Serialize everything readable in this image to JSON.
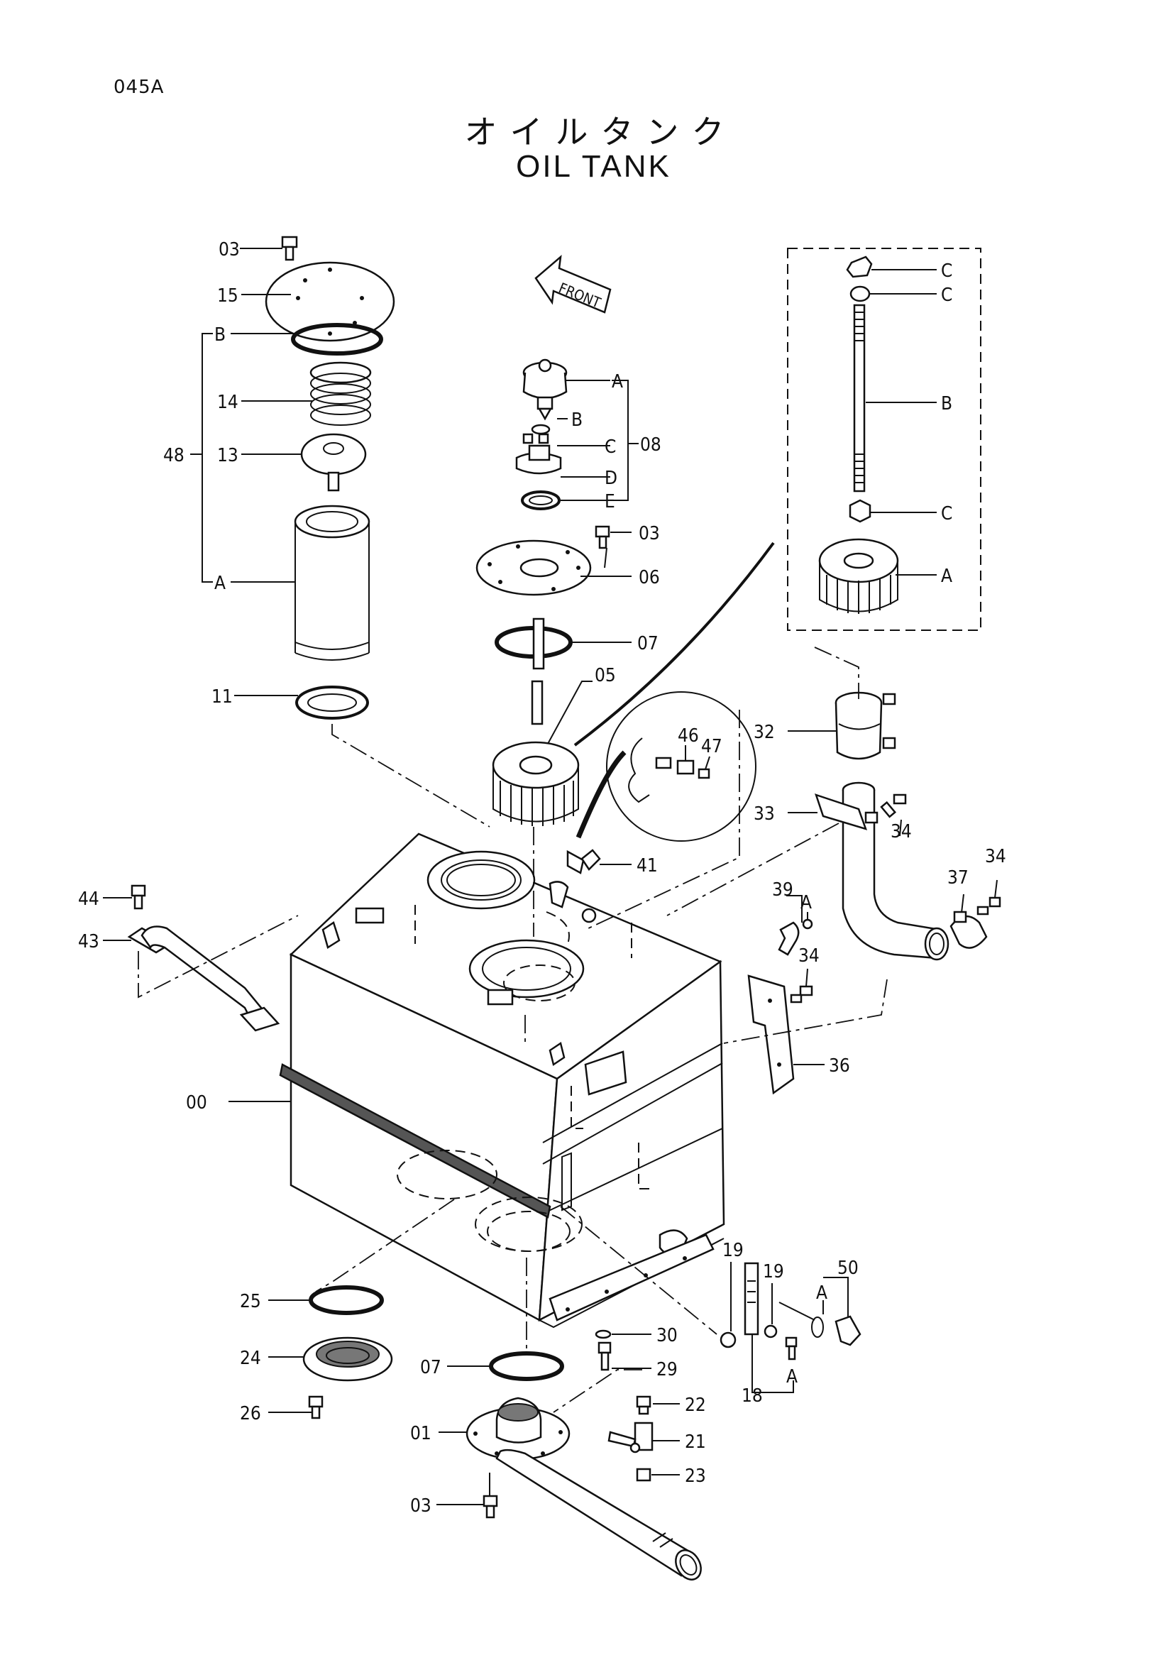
{
  "page_code": "045A",
  "title_jp": "オイルタンク",
  "title_en": "OIL TANK",
  "front_label": "FRONT",
  "callouts": {
    "c03a": "03",
    "c15": "15",
    "cB_left": "B",
    "c14": "14",
    "c13": "13",
    "c48": "48",
    "cA_left": "A",
    "c11": "11",
    "cA_08": "A",
    "cB_08": "B",
    "cC_08": "C",
    "cD_08": "D",
    "cE_08": "E",
    "c08": "08",
    "c03b": "03",
    "c06": "06",
    "c07a": "07",
    "c05": "05",
    "cC1": "C",
    "cC2": "C",
    "cB_r": "B",
    "cC3": "C",
    "cA_r": "A",
    "c32": "32",
    "c46": "46",
    "c47": "47",
    "c33": "33",
    "c34a": "34",
    "c41": "41",
    "c44": "44",
    "c43": "43",
    "c39": "39",
    "cA_39": "A",
    "c37": "37",
    "c34b": "34",
    "c34c": "34",
    "c36": "36",
    "c00": "00",
    "c19a": "19",
    "c19b": "19",
    "c50": "50",
    "cA_50": "A",
    "cA_18": "A",
    "c18": "18",
    "c25": "25",
    "c24": "24",
    "c26": "26",
    "c30": "30",
    "c29": "29",
    "c07b": "07",
    "c22": "22",
    "c01": "01",
    "c21": "21",
    "c23": "23",
    "c03c": "03"
  }
}
